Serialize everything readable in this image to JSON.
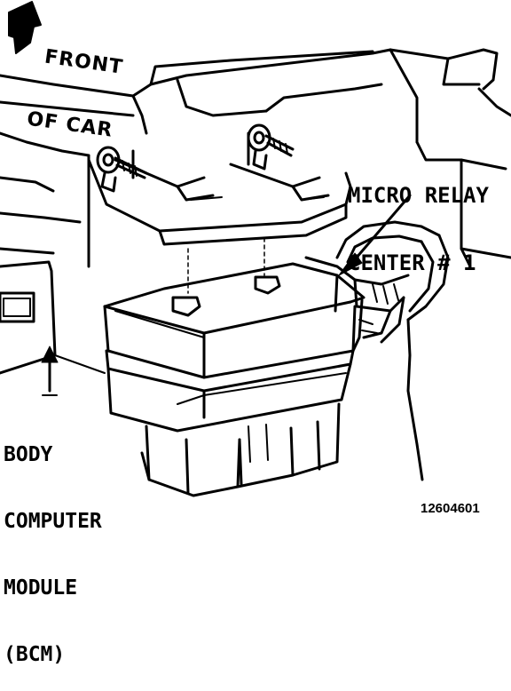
{
  "labels": {
    "front_line1": "FRONT",
    "front_line2": "OF CAR",
    "relay_line1": "MICRO RELAY",
    "relay_line2": "CENTER # 1",
    "bcm_line1": "BODY",
    "bcm_line2": "COMPUTER",
    "bcm_line3": "MODULE",
    "bcm_line4": "(BCM)",
    "part_number": "12604601"
  }
}
